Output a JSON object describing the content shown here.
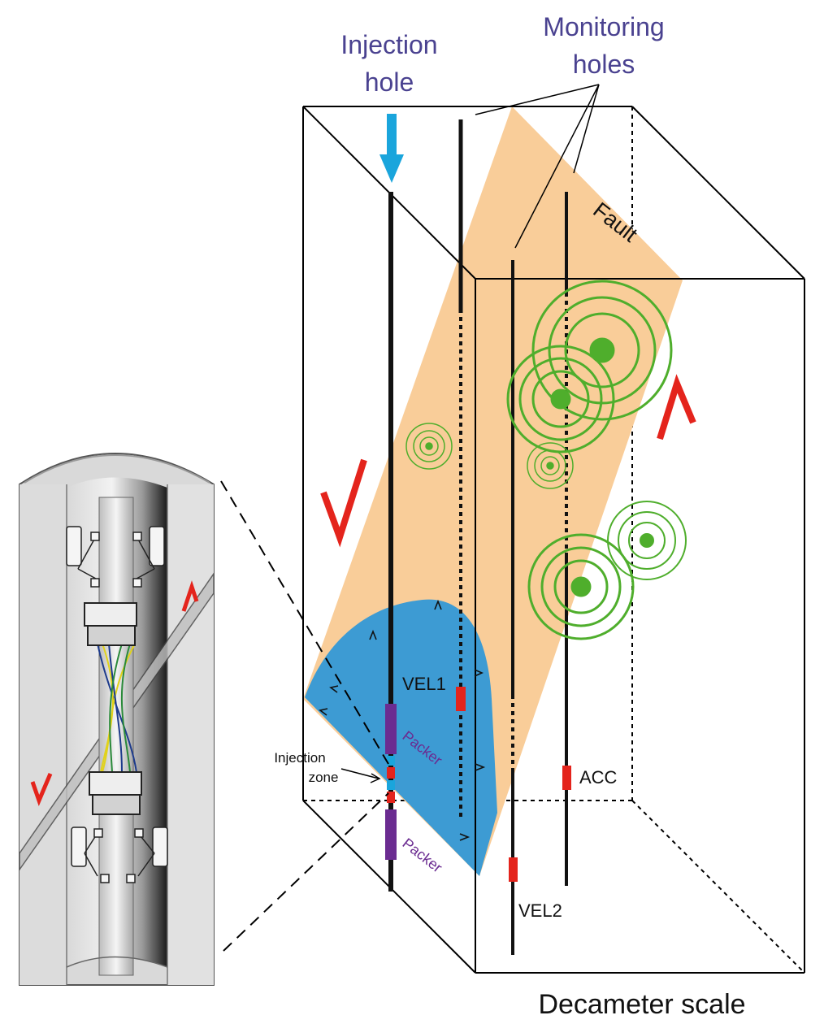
{
  "labels": {
    "injection_hole_line1": "Injection",
    "injection_hole_line2": "hole",
    "monitoring_holes_line1": "Monitoring",
    "monitoring_holes_line2": "holes",
    "fault": "Fault",
    "vel1": "VEL1",
    "vel2": "VEL2",
    "acc": "ACC",
    "packer_upper": "Packer",
    "packer_lower": "Packer",
    "injection_zone_line1": "Injection",
    "injection_zone_line2": "zone",
    "scale": "Decameter scale"
  },
  "colors": {
    "title_text": "#4a4290",
    "fault_plane": "#f9cd99",
    "pressure_front": "#3d9bd3",
    "injection_arrow": "#1aa5dc",
    "seismic_rings": "#4fae2c",
    "slip_arrows": "#e4241c",
    "packer": "#6b2c91",
    "sensor": "#e4241c",
    "borehole": "#111111",
    "tool_gray": "#cfcfcf"
  },
  "icons": {
    "injection_arrow": "down-arrow-icon",
    "slip_up": "up-chevron-icon",
    "slip_down": "check-chevron-icon"
  }
}
